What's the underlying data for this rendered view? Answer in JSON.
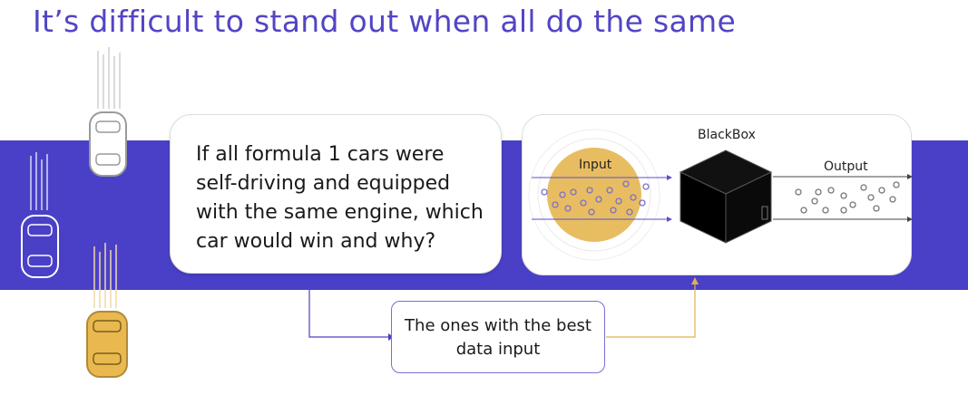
{
  "slide": {
    "title": "It’s difficult to stand out when all do the same"
  },
  "question": {
    "text": "If all formula 1 cars were self-driving and equipped with the same engine, which car would win and why?"
  },
  "answer": {
    "line1": "The ones with the best",
    "line2": "data input"
  },
  "diagram": {
    "input_label": "Input",
    "blackbox_label": "BlackBox",
    "output_label": "Output"
  },
  "colors": {
    "accent": "#4a40c7",
    "title": "#5145c4",
    "input_circle": "#e8bd62",
    "car_highlight": "#e9b94f"
  }
}
